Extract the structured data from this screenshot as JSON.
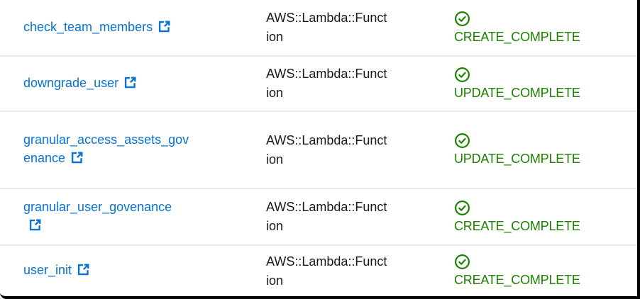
{
  "colors": {
    "link_blue": "#0972d3",
    "success_green": "#1d8102",
    "text_dark": "#16191f",
    "row_divider": "#e9ebed",
    "frame_border": "#010101",
    "background": "#ffffff"
  },
  "rows": [
    {
      "name": "check_team_members",
      "type": "AWS::Lambda::Funct\nion",
      "status": "CREATE_COMPLETE"
    },
    {
      "name": "downgrade_user",
      "type": "AWS::Lambda::Funct\nion",
      "status": "UPDATE_COMPLETE"
    },
    {
      "name": "granular_access_assets_gov\nenance",
      "type": "AWS::Lambda::Funct\nion",
      "status": "UPDATE_COMPLETE"
    },
    {
      "name": "granular_user_govenance\n",
      "type": "AWS::Lambda::Funct\nion",
      "status": "CREATE_COMPLETE"
    },
    {
      "name": "user_init",
      "type": "AWS::Lambda::Funct\nion",
      "status": "CREATE_COMPLETE"
    }
  ],
  "icons": {
    "external_link": "external-link-icon",
    "status_success": "success-check-icon"
  }
}
